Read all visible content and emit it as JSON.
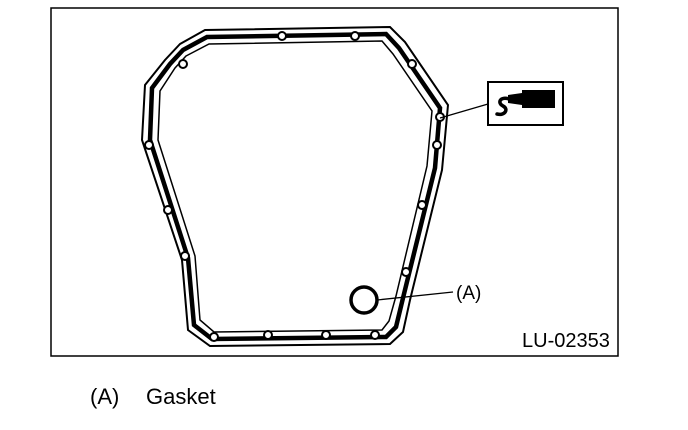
{
  "figure": {
    "callout_label": "(A)",
    "figure_code": "LU-02353"
  },
  "legend": {
    "key": "(A)",
    "text": "Gasket"
  },
  "icons": {
    "sealant_icon": "liquid-gasket-tube-icon"
  }
}
